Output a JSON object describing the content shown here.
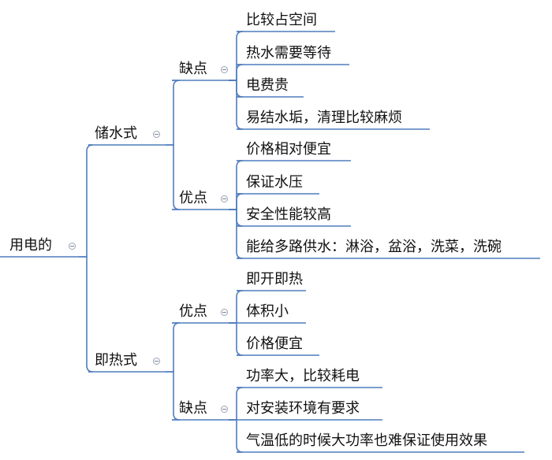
{
  "root": {
    "label": "用电的",
    "children": [
      {
        "label": "储水式",
        "children": [
          {
            "label": "缺点",
            "items": [
              "比较占空间",
              "热水需要等待",
              "电费贵",
              "易结水垢，清理比较麻烦"
            ]
          },
          {
            "label": "优点",
            "items": [
              "价格相对便宜",
              "保证水压",
              "安全性能较高",
              "能给多路供水：淋浴，盆浴，洗菜，洗碗"
            ]
          }
        ]
      },
      {
        "label": "即热式",
        "children": [
          {
            "label": "优点",
            "items": [
              "即开即热",
              "体积小",
              "价格便宜"
            ]
          },
          {
            "label": "缺点",
            "items": [
              "功率大，比较耗电",
              "对安装环境有要求",
              "气温低的时候大功率也难保证使用效果"
            ]
          }
        ]
      }
    ]
  },
  "colors": {
    "line": "#4f7dbd",
    "text": "#111111",
    "toggle": "#9aa4b4"
  }
}
